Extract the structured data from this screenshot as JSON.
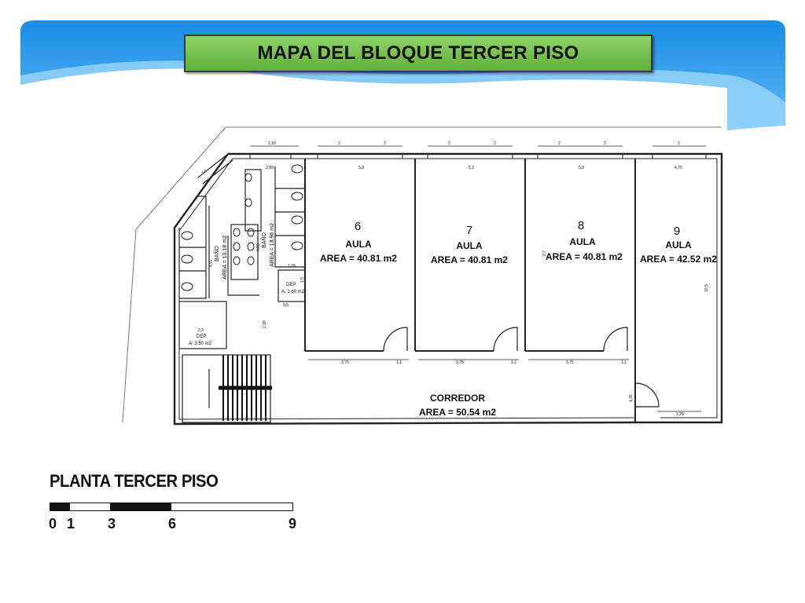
{
  "slide": {
    "title": "MAPA DEL BLOQUE  TERCER PISO",
    "caption": "PLANTA TERCER PISO"
  },
  "colors": {
    "header_blue": "#1e90e6",
    "header_light": "#8ad0f7",
    "title_green": "#6cbf45"
  },
  "rooms": [
    {
      "number": "6",
      "type": "AULA",
      "area": "AREA = 40.81 m2"
    },
    {
      "number": "7",
      "type": "AULA",
      "area": "AREA = 40.81 m2"
    },
    {
      "number": "8",
      "type": "AULA",
      "area": "AREA = 40.81 m2"
    },
    {
      "number": "9",
      "type": "AULA",
      "area": "AREA = 42.52 m2"
    }
  ],
  "corridor": {
    "name": "CORREDOR",
    "area": "AREA = 50.54 m2"
  },
  "bathrooms": [
    {
      "name": "BAÑO",
      "area": "AREA = 13.18 m2",
      "dim": "4,97"
    },
    {
      "name": "BAÑO",
      "area": "AREA = 13.96 m2",
      "dim": "4,89"
    }
  ],
  "storage": [
    {
      "name": "DEP.",
      "area": "A: 1.60 m2"
    },
    {
      "name": "DEP.",
      "area": "A: 3.50 m2"
    }
  ],
  "dimensions": {
    "top": [
      "2,18",
      "2",
      "2",
      "2",
      "2",
      "2",
      "2",
      "2"
    ],
    "inner": [
      "2,89",
      "5,3",
      "5,3",
      "5,3",
      "4,75"
    ],
    "bottom": [
      "3,75",
      "1,1",
      "3,75",
      "1,1",
      "3,75",
      "1,1",
      "1,25"
    ],
    "misc": [
      "1,6",
      "2,18",
      "2,3",
      "1,25",
      "0,5",
      "1,5",
      "2,7",
      "10,5",
      "1,35"
    ]
  },
  "scale": {
    "ticks": [
      "0",
      "1",
      "3",
      "6",
      "9"
    ]
  }
}
